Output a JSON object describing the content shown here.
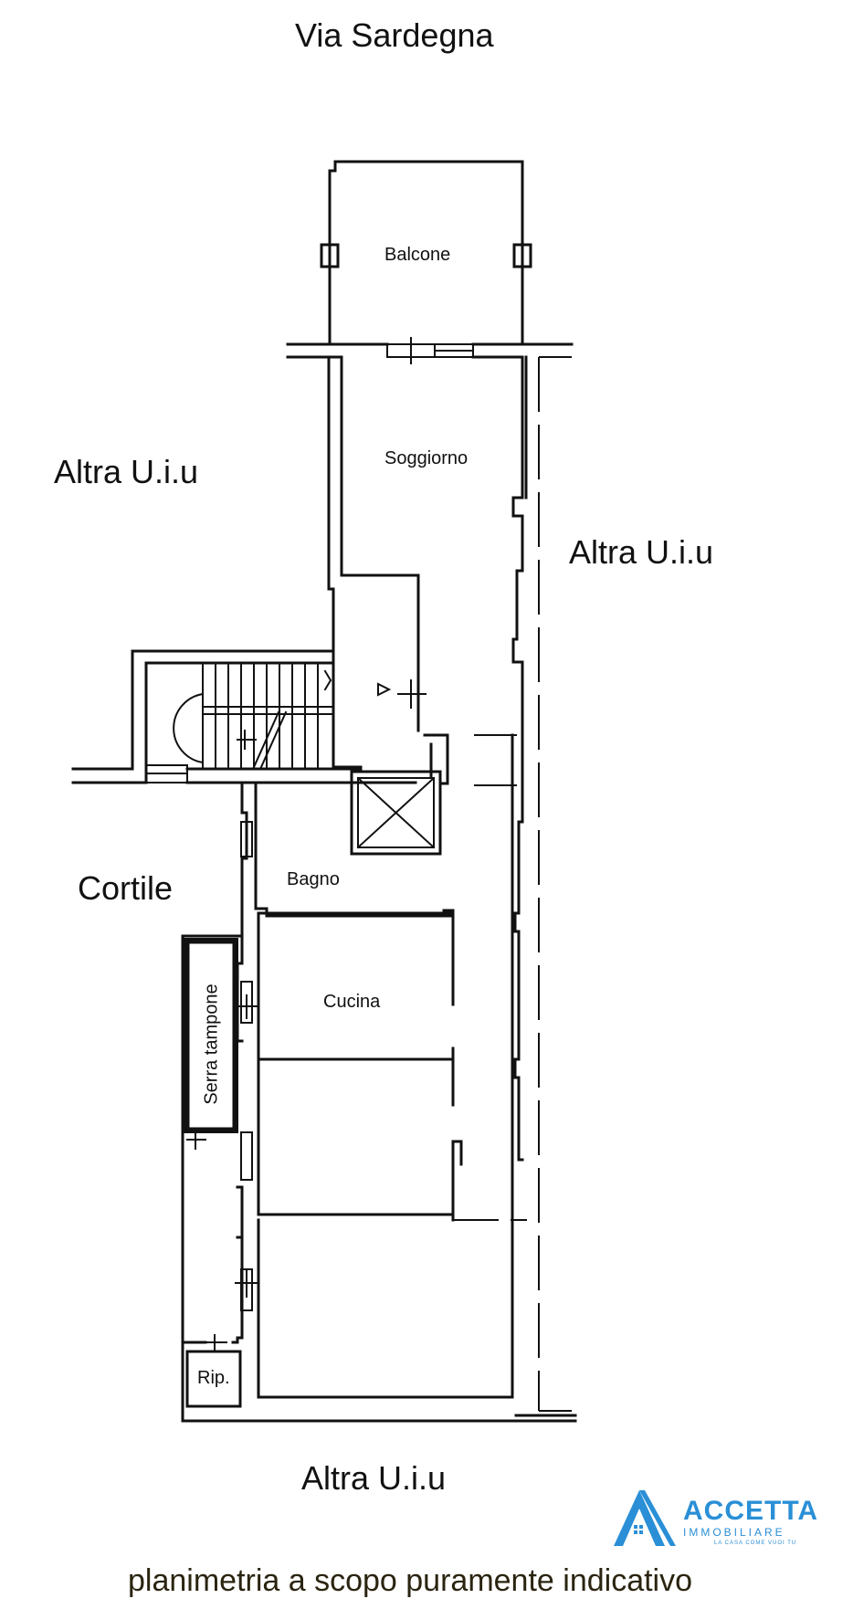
{
  "labels": {
    "street": "Via Sardegna",
    "neighbor_left": "Altra U.i.u",
    "neighbor_right": "Altra U.i.u",
    "neighbor_bottom": "Altra U.i.u",
    "courtyard": "Cortile"
  },
  "rooms": {
    "balcone": "Balcone",
    "soggiorno": "Soggiorno",
    "bagno": "Bagno",
    "cucina": "Cucina",
    "serra": "Serra tampone",
    "ripostiglio": "Rip."
  },
  "logo": {
    "name": "ACCETTA",
    "subtitle": "IMMOBILIARE",
    "tagline": "LA CASA COME VUOI TU",
    "color": "#2a8fd6"
  },
  "footer": "planimetria a scopo puramente indicativo"
}
